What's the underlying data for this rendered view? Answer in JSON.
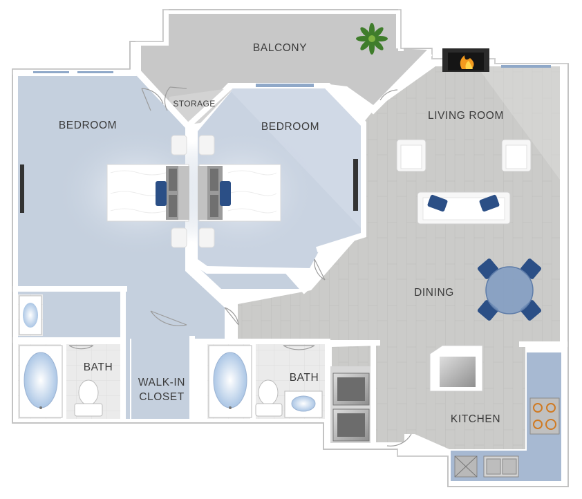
{
  "rooms": {
    "balcony": "BALCONY",
    "storage": "STORAGE",
    "bedroom_left": "BEDROOM",
    "bedroom_center": "BEDROOM",
    "living_room": "LIVING ROOM",
    "dining": "DINING",
    "bath_left": "BATH",
    "walk_in_closet_line1": "WALK-IN",
    "walk_in_closet_line2": "CLOSET",
    "bath_right": "BATH",
    "kitchen": "KITCHEN"
  },
  "colors": {
    "bedroom_floor": "#c5d0de",
    "wood_floor": "#c9c9c7",
    "balcony_floor": "#c8c8c8",
    "bath_tile": "#e8e8e8",
    "wall": "#ffffff",
    "accent_blue": "#2b4f86",
    "kitchen_counter": "#a7b9d2"
  },
  "icons": [
    "plant-icon",
    "fireplace-icon",
    "bed-icon",
    "sofa-icon",
    "armchair-icon",
    "dining-table-icon",
    "bathtub-icon",
    "toilet-icon",
    "sink-icon",
    "refrigerator-icon",
    "stove-icon",
    "kitchen-sink-icon",
    "dishwasher-icon"
  ]
}
